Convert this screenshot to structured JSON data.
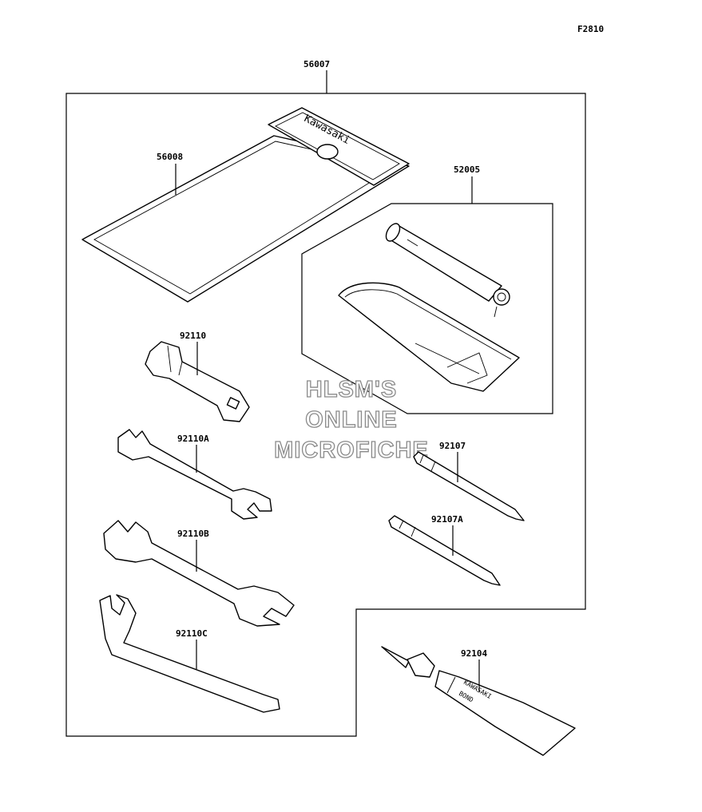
{
  "figure_code": "F2810",
  "parts": {
    "tool_kit": "56007",
    "tool_bag": "56008",
    "pump_set": "52005",
    "plug_wrench": "92110",
    "wrench_a": "92110A",
    "wrench_b": "92110B",
    "hook_wrench": "92110C",
    "screwdriver": "92107",
    "screwdriver_a": "92107A",
    "bond_tube": "92104"
  },
  "markings": {
    "bag_brand": "Kawasaki",
    "tube_brand": "KAWASAKI",
    "tube_product": "BOND"
  },
  "watermark": {
    "line1": "HLSM'S",
    "line2": "ONLINE",
    "line3": "MICROFICHE"
  }
}
